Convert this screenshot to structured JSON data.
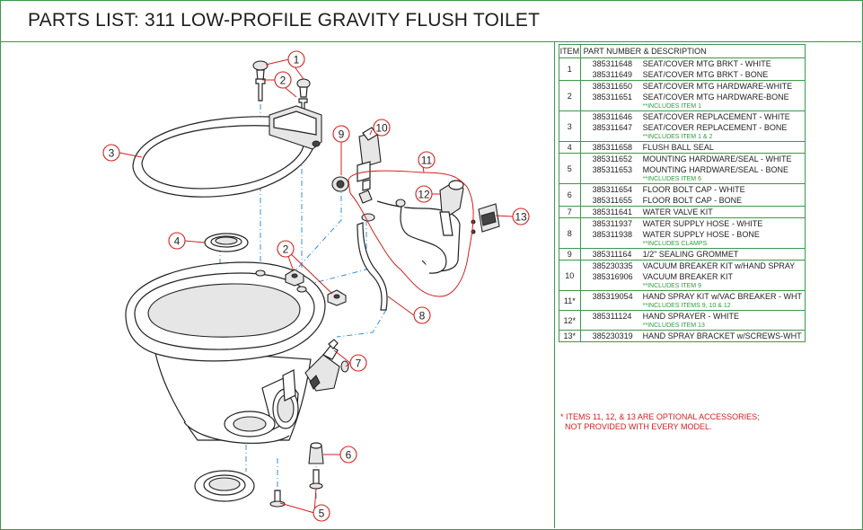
{
  "title": "PARTS LIST:  311 LOW-PROFILE GRAVITY FLUSH TOILET",
  "table": {
    "col_item": "ITEM",
    "col_desc": "PART NUMBER & DESCRIPTION",
    "rows": [
      {
        "item": "1",
        "lines": [
          {
            "pn": "385311648",
            "desc": "SEAT/COVER MTG BRKT - WHITE"
          },
          {
            "pn": "385311649",
            "desc": "SEAT/COVER MTG BRKT - BONE"
          }
        ],
        "note": ""
      },
      {
        "item": "2",
        "lines": [
          {
            "pn": "385311650",
            "desc": "SEAT/COVER MTG HARDWARE-WHITE"
          },
          {
            "pn": "385311651",
            "desc": "SEAT/COVER MTG HARDWARE-BONE"
          }
        ],
        "note": "**INCLUDES ITEM 1"
      },
      {
        "item": "3",
        "lines": [
          {
            "pn": "385311646",
            "desc": "SEAT/COVER REPLACEMENT - WHITE"
          },
          {
            "pn": "385311647",
            "desc": "SEAT/COVER REPLACEMENT - BONE"
          }
        ],
        "note": "**INCLUDES ITEM 1 & 2"
      },
      {
        "item": "4",
        "lines": [
          {
            "pn": "385311658",
            "desc": "FLUSH BALL SEAL"
          }
        ],
        "note": ""
      },
      {
        "item": "5",
        "lines": [
          {
            "pn": "385311652",
            "desc": "MOUNTING HARDWARE/SEAL - WHITE"
          },
          {
            "pn": "385311653",
            "desc": "MOUNTING HARDWARE/SEAL - BONE"
          }
        ],
        "note": "**INCLUDES ITEM 6"
      },
      {
        "item": "6",
        "lines": [
          {
            "pn": "385311654",
            "desc": "FLOOR BOLT CAP - WHITE"
          },
          {
            "pn": "385311655",
            "desc": "FLOOR BOLT CAP - BONE"
          }
        ],
        "note": ""
      },
      {
        "item": "7",
        "lines": [
          {
            "pn": "385311641",
            "desc": "WATER VALVE KIT"
          }
        ],
        "note": ""
      },
      {
        "item": "8",
        "lines": [
          {
            "pn": "385311937",
            "desc": "WATER SUPPLY HOSE - WHITE"
          },
          {
            "pn": "385311938",
            "desc": "WATER SUPPLY HOSE - BONE"
          }
        ],
        "note": "**INCLUDES CLAMPS"
      },
      {
        "item": "9",
        "lines": [
          {
            "pn": "385311164",
            "desc": "1/2\" SEALING GROMMET"
          }
        ],
        "note": ""
      },
      {
        "item": "10",
        "lines": [
          {
            "pn": "385230335",
            "desc": "VACUUM BREAKER KIT w/HAND SPRAY"
          },
          {
            "pn": "385316906",
            "desc": "VACUUM BREAKER KIT"
          }
        ],
        "note": "**INCLUDES ITEM 9"
      },
      {
        "item": "11*",
        "lines": [
          {
            "pn": "385319054",
            "desc": "HAND SPRAY KIT w/VAC BREAKER - WHT"
          }
        ],
        "note": "**INCLUDES ITEMS 9, 10 & 12"
      },
      {
        "item": "12*",
        "lines": [
          {
            "pn": "385311124",
            "desc": "HAND SPRAYER - WHITE"
          }
        ],
        "note": "**INCLUDES ITEM 13"
      },
      {
        "item": "13*",
        "lines": [
          {
            "pn": "385230319",
            "desc": "HAND SPRAY BRACKET w/SCREWS-WHT"
          }
        ],
        "note": ""
      }
    ]
  },
  "footnote": "* ITEMS 11, 12, & 13 ARE OPTIONAL ACCESSORIES;\n  NOT PROVIDED WITH EVERY MODEL.",
  "callouts": [
    "1",
    "2",
    "3",
    "4",
    "2",
    "5",
    "6",
    "7",
    "8",
    "9",
    "10",
    "11",
    "12",
    "13"
  ],
  "colors": {
    "border": "#3a9a4a",
    "callout": "#d42020",
    "note": "#2e9a3e",
    "hidden_line": "#3a8fd0"
  }
}
